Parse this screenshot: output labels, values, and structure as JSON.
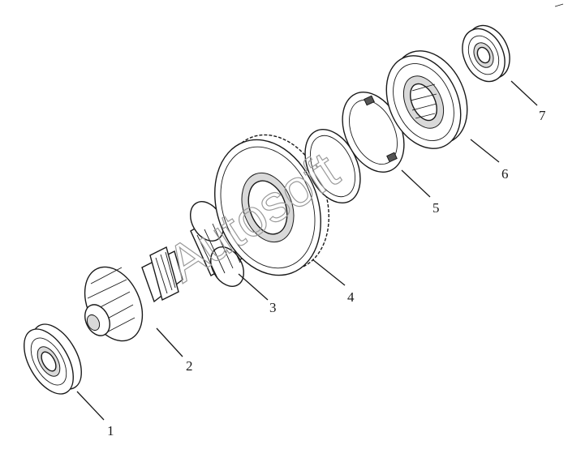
{
  "callouts": [
    {
      "id": "1",
      "label": "1"
    },
    {
      "id": "2",
      "label": "2"
    },
    {
      "id": "3",
      "label": "3"
    },
    {
      "id": "4",
      "label": "4"
    },
    {
      "id": "5",
      "label": "5"
    },
    {
      "id": "6",
      "label": "6"
    },
    {
      "id": "7",
      "label": "7"
    }
  ],
  "watermark": "Autosoft"
}
